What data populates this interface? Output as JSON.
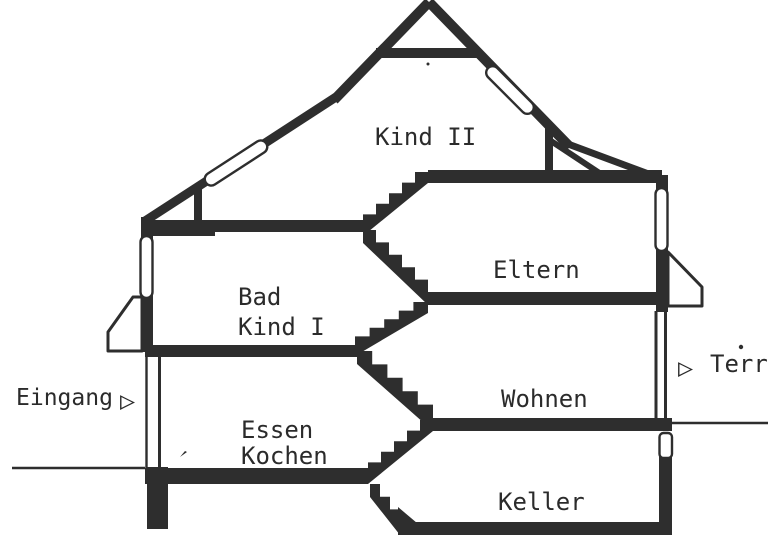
{
  "colors": {
    "ink": "#2e2e2e",
    "background": "#ffffff"
  },
  "labels": {
    "kind2": "Kind II",
    "eltern": "Eltern",
    "bad": "Bad",
    "kind1": "Kind I",
    "wohnen": "Wohnen",
    "essen": "Essen",
    "kochen": "Kochen",
    "keller": "Keller",
    "eingang": "Eingang",
    "terrasse": "Terr",
    "arrow_right": "▷"
  }
}
